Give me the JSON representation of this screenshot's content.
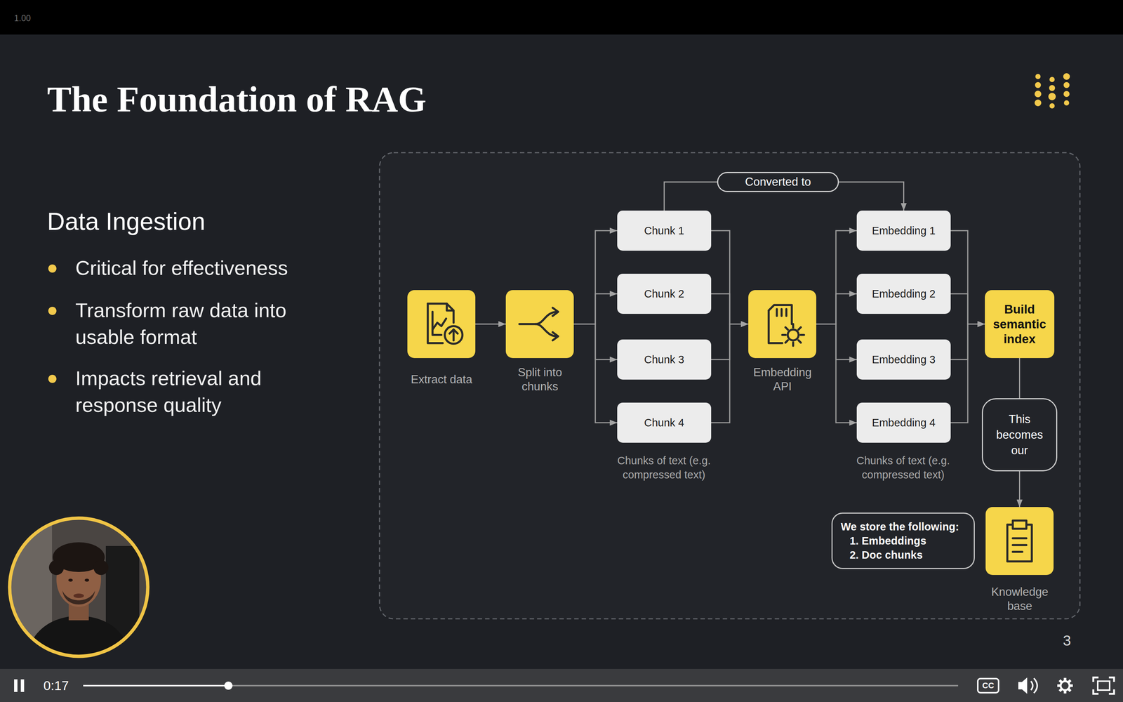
{
  "diagram": {
    "title": "The Foundation of RAG",
    "nodes": [
      {
        "text": [
          "Converted to"
        ]
      },
      {
        "text": [
          "Extract data"
        ]
      },
      {
        "text": [
          "Split into chunks"
        ]
      },
      {
        "text": [
          "Chunk 1"
        ]
      },
      {
        "text": [
          "Chunk 2"
        ]
      },
      {
        "text": [
          "Chunk 3"
        ]
      },
      {
        "text": [
          "Chunk 4"
        ]
      },
      {
        "text": [
          "Embedding API"
        ]
      },
      {
        "text": [
          "Embedding 1"
        ]
      },
      {
        "text": [
          "Embedding 2"
        ]
      },
      {
        "text": [
          "Embedding 3"
        ]
      },
      {
        "text": [
          "Embedding 4"
        ]
      },
      {
        "text": [
          "Build semantic index"
        ]
      },
      {
        "text": [
          "This becomes our"
        ]
      },
      {
        "text": [
          "We store the following:",
          "1. Embeddings",
          "2. Doc chunks"
        ]
      },
      {
        "text": [
          "Knowledge base"
        ]
      }
    ],
    "edges": [
      {
        "from": 1,
        "to": 2,
        "arrow": "to"
      },
      {
        "from": 2,
        "to": 3,
        "arrow": "to"
      },
      {
        "from": 2,
        "to": 4,
        "arrow": "to"
      },
      {
        "from": 2,
        "to": 5,
        "arrow": "to"
      },
      {
        "from": 2,
        "to": 6,
        "arrow": "to"
      },
      {
        "from": 3,
        "to": 7,
        "arrow": "to"
      },
      {
        "from": 4,
        "to": 7,
        "arrow": "to"
      },
      {
        "from": 5,
        "to": 7,
        "arrow": "to"
      },
      {
        "from": 6,
        "to": 7,
        "arrow": "to"
      },
      {
        "from": 7,
        "to": 8,
        "arrow": "to"
      },
      {
        "from": 7,
        "to": 9,
        "arrow": "to"
      },
      {
        "from": 7,
        "to": 10,
        "arrow": "to"
      },
      {
        "from": 7,
        "to": 11,
        "arrow": "to"
      },
      {
        "from": 8,
        "to": 12,
        "arrow": "to"
      },
      {
        "from": 9,
        "to": 12,
        "arrow": "to"
      },
      {
        "from": 10,
        "to": 12,
        "arrow": "to"
      },
      {
        "from": 11,
        "to": 12,
        "arrow": "to"
      },
      {
        "from": 3,
        "to": 0,
        "arrow": "none"
      },
      {
        "from": 0,
        "to": 8,
        "arrow": "to"
      },
      {
        "from": 12,
        "to": 13,
        "arrow": "none"
      },
      {
        "from": 13,
        "to": 15,
        "arrow": "to"
      }
    ],
    "labels": [
      "1.00",
      "Data Ingestion",
      "Critical for effectiveness",
      "Transform raw data into usable format",
      "Impacts retrieval and response quality",
      "Chunks of text (e.g. compressed text)",
      "Chunks of text (e.g. compressed text)",
      "3",
      "0:17",
      "CC"
    ]
  }
}
